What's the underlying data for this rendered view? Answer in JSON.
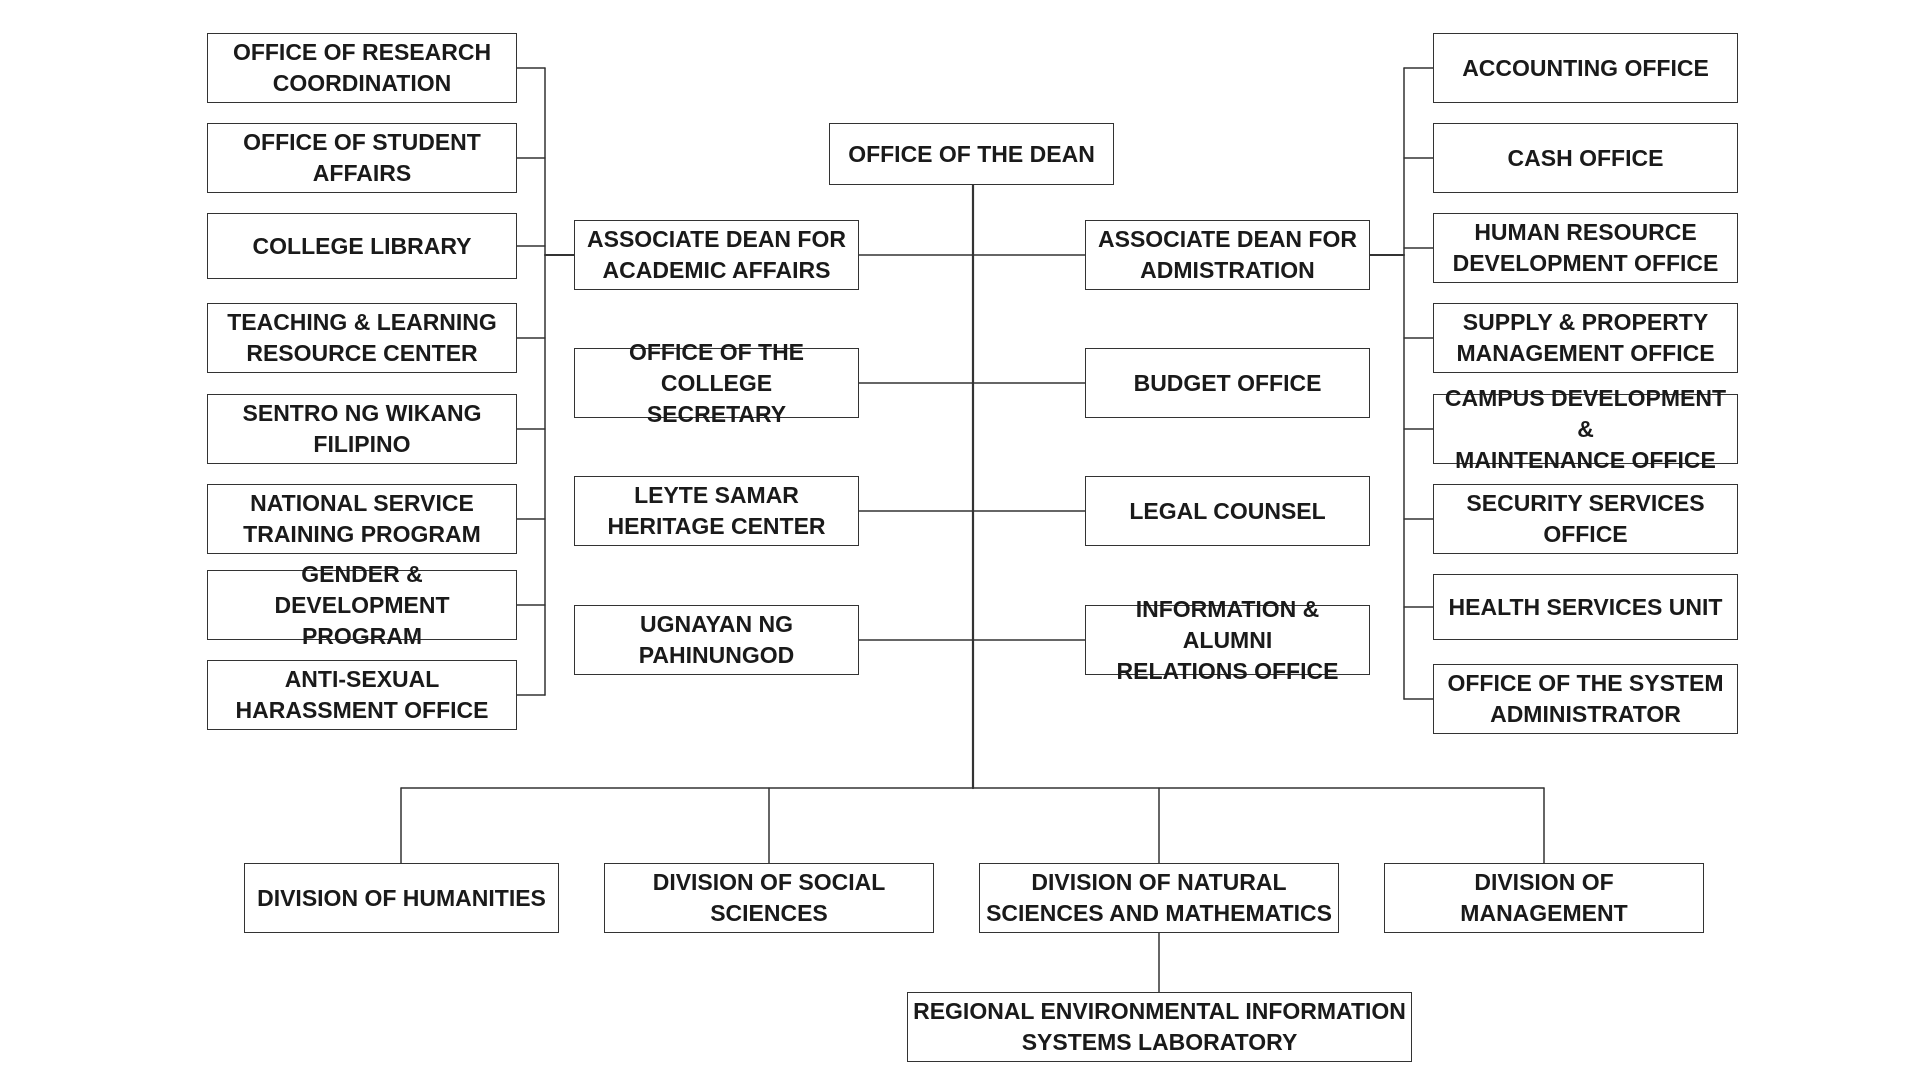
{
  "dean": "OFFICE OF THE DEAN",
  "assoc_academic": "ASSOCIATE DEAN FOR\nACADEMIC AFFAIRS",
  "assoc_admin": "ASSOCIATE DEAN FOR\nADMISTRATION",
  "center_left": [
    "OFFICE OF THE COLLEGE\nSECRETARY",
    "LEYTE SAMAR\nHERITAGE CENTER",
    "UGNAYAN NG\nPAHINUNGOD"
  ],
  "center_right": [
    "BUDGET OFFICE",
    "LEGAL COUNSEL",
    "INFORMATION & ALUMNI\nRELATIONS OFFICE"
  ],
  "academic_offices": [
    "OFFICE OF RESEARCH\nCOORDINATION",
    "OFFICE OF STUDENT\nAFFAIRS",
    "COLLEGE LIBRARY",
    "TEACHING & LEARNING\nRESOURCE CENTER",
    "SENTRO NG WIKANG\nFILIPINO",
    "NATIONAL SERVICE\nTRAINING PROGRAM",
    "GENDER & DEVELOPMENT\nPROGRAM",
    "ANTI-SEXUAL\nHARASSMENT OFFICE"
  ],
  "admin_offices": [
    "ACCOUNTING OFFICE",
    "CASH OFFICE",
    "HUMAN RESOURCE\nDEVELOPMENT OFFICE",
    "SUPPLY & PROPERTY\nMANAGEMENT OFFICE",
    "CAMPUS DEVELOPMENT &\nMAINTENANCE OFFICE",
    "SECURITY SERVICES\nOFFICE",
    "HEALTH SERVICES UNIT",
    "OFFICE OF THE SYSTEM\nADMINISTRATOR"
  ],
  "divisions": [
    "DIVISION OF HUMANITIES",
    "DIVISION OF SOCIAL\nSCIENCES",
    "DIVISION OF NATURAL\nSCIENCES AND MATHEMATICS",
    "DIVISION OF MANAGEMENT"
  ],
  "lab": "REGIONAL ENVIRONMENTAL INFORMATION\nSYSTEMS LABORATORY",
  "colors": {
    "line": "#333333",
    "box_border": "#333333",
    "text": "#1a1a1a",
    "background": "#ffffff"
  }
}
